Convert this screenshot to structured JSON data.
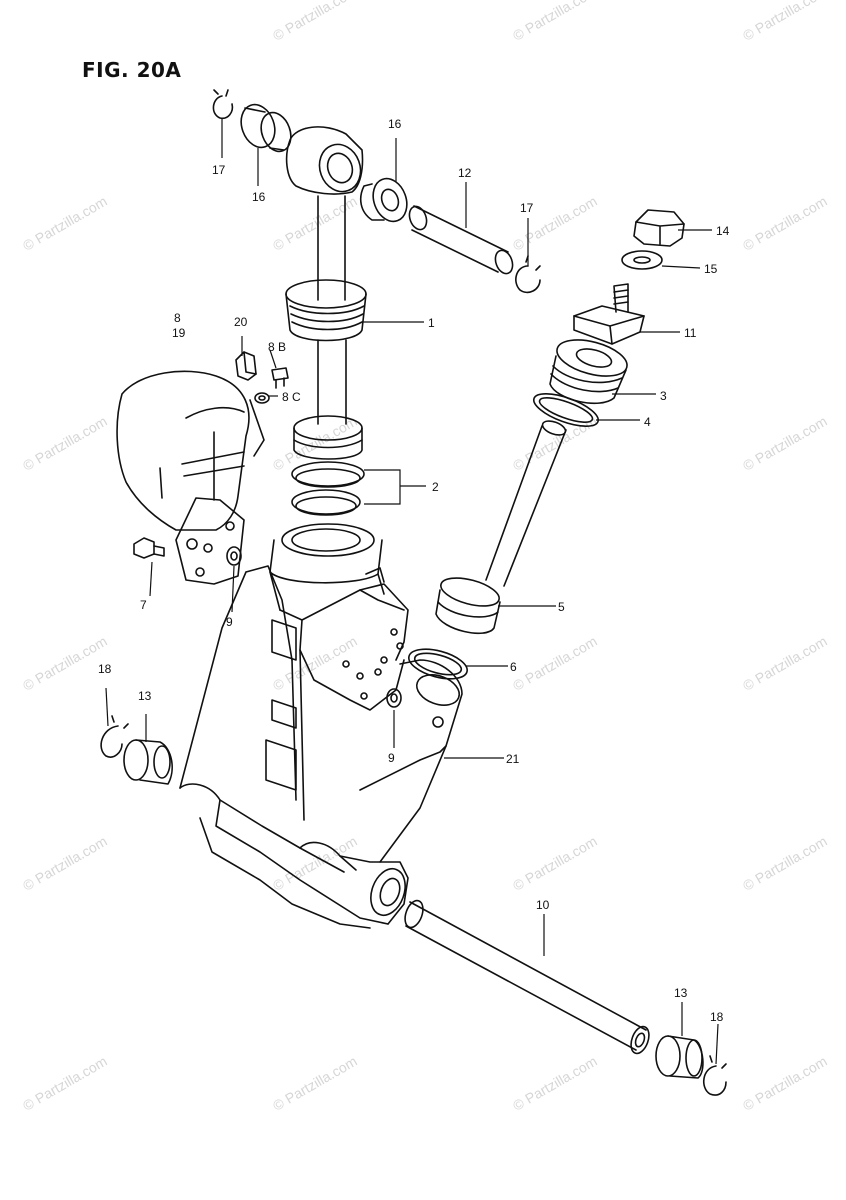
{
  "figure_title": "FIG. 20A",
  "watermark": "© Partzilla.com",
  "callouts": {
    "c1": "1",
    "c2": "2",
    "c3": "3",
    "c4": "4",
    "c5": "5",
    "c6": "6",
    "c7": "7",
    "c8": "8",
    "c8b": "8 B",
    "c8c": "8 C",
    "c9a": "9",
    "c9b": "9",
    "c10": "10",
    "c11": "11",
    "c12": "12",
    "c13a": "13",
    "c13b": "13",
    "c14": "14",
    "c15": "15",
    "c16a": "16",
    "c16b": "16",
    "c17a": "17",
    "c17b": "17",
    "c18a": "18",
    "c18b": "18",
    "c19": "19",
    "c20": "20",
    "c21": "21"
  }
}
